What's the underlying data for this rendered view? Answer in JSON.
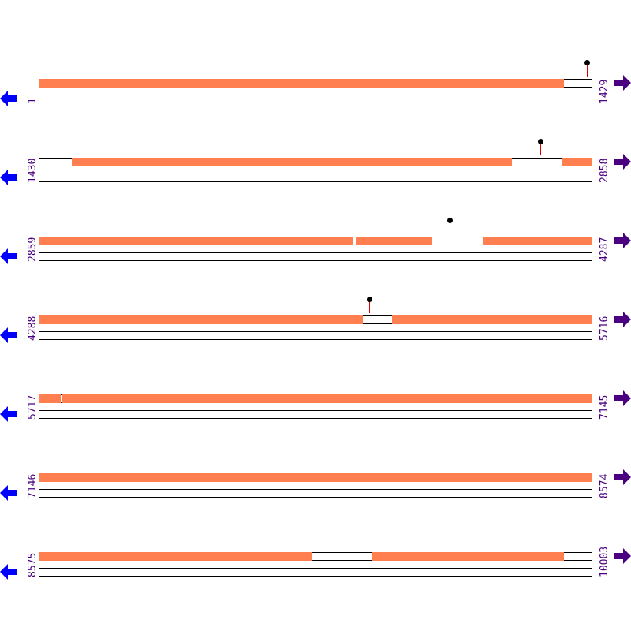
{
  "colors": {
    "feature_fill": "#ff7f50",
    "label": "#4b0082",
    "left_arrow": "#0000ff",
    "right_arrow": "#4b0082",
    "lollipop_stem": "#e00000",
    "lollipop_head": "#000000"
  },
  "icons": {
    "left": "arrow-left-icon",
    "right": "arrow-right-icon",
    "marker": "lollipop-marker-icon"
  },
  "rows": [
    {
      "start": "1",
      "end": "1429",
      "fills": [
        [
          0,
          665
        ]
      ],
      "gaps": [
        [
          665,
          701
        ]
      ],
      "markers": [
        694
      ]
    },
    {
      "start": "1430",
      "end": "2858",
      "fills": [
        [
          41,
          599
        ],
        [
          662,
          701
        ]
      ],
      "gaps": [
        [
          0,
          41
        ],
        [
          599,
          662
        ]
      ],
      "markers": [
        635
      ]
    },
    {
      "start": "2859",
      "end": "4287",
      "fills": [
        [
          0,
          397
        ],
        [
          401,
          498
        ],
        [
          562,
          701
        ]
      ],
      "gaps": [
        [
          397,
          401
        ],
        [
          498,
          562
        ]
      ],
      "markers": [
        520
      ]
    },
    {
      "start": "4288",
      "end": "5716",
      "fills": [
        [
          0,
          410
        ],
        [
          447,
          701
        ]
      ],
      "gaps": [
        [
          410,
          447
        ]
      ],
      "markers": [
        418
      ]
    },
    {
      "start": "5717",
      "end": "7145",
      "fills": [
        [
          0,
          27
        ],
        [
          28,
          701
        ]
      ],
      "gaps": [
        [
          27,
          28
        ]
      ],
      "markers": []
    },
    {
      "start": "7146",
      "end": "8574",
      "fills": [
        [
          0,
          701
        ]
      ],
      "gaps": [],
      "markers": []
    },
    {
      "start": "8575",
      "end": "10003",
      "fills": [
        [
          0,
          345
        ],
        [
          422,
          665
        ]
      ],
      "gaps": [
        [
          345,
          422
        ],
        [
          665,
          701
        ]
      ],
      "markers": []
    }
  ]
}
